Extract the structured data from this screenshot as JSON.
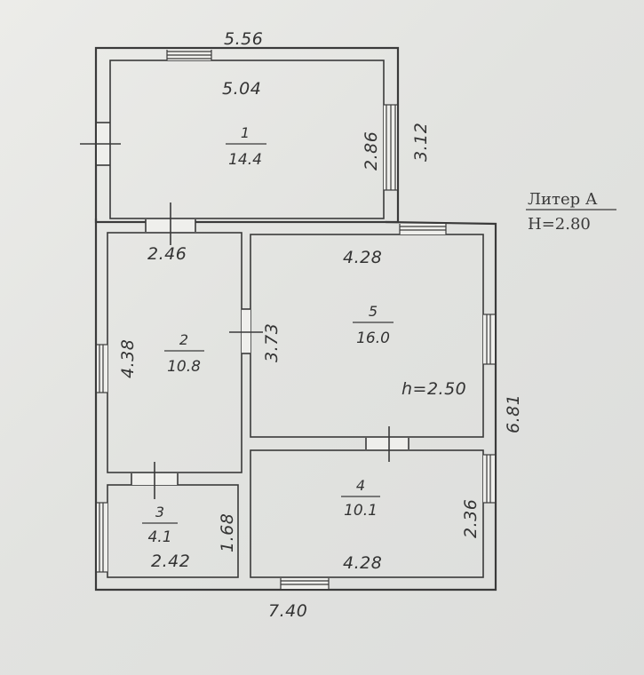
{
  "rooms": [
    {
      "number": "1",
      "area": "14.4"
    },
    {
      "number": "2",
      "area": "10.8"
    },
    {
      "number": "3",
      "area": "4.1"
    },
    {
      "number": "4",
      "area": "10.1"
    },
    {
      "number": "5",
      "area": "16.0"
    }
  ],
  "dimensions": {
    "top_outer": "5.56",
    "top_inner": "5.04",
    "r1_inner_height": "2.86",
    "r1_outer_height": "3.12",
    "r2_width": "2.46",
    "r5_width_top": "4.28",
    "r2_height": "4.38",
    "r5_height": "3.73",
    "r5_ceiling": "h=2.50",
    "right_outer": "6.81",
    "r3_height": "1.68",
    "r3_width": "2.42",
    "r4_height": "2.36",
    "r4_width_bottom": "4.28",
    "bottom_outer": "7.40"
  },
  "legend": {
    "title": "Литер А",
    "height": "H=2.80"
  }
}
